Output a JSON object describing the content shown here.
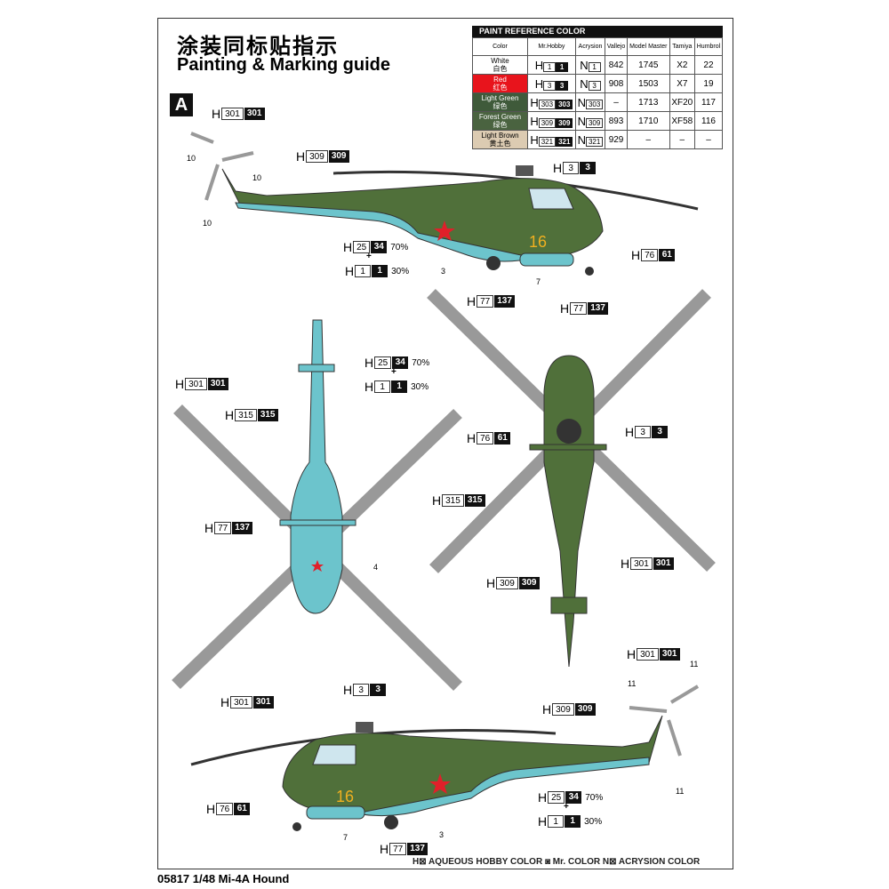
{
  "title_cn": "涂装同标贴指示",
  "title_en": "Painting & Marking guide",
  "scheme_badge": "A",
  "table": {
    "header": "PAINT  REFERENCE COLOR",
    "columns": [
      "Color",
      "Mr.Hobby",
      "Acrysion",
      "Vallejo",
      "Model Master",
      "Tamiya",
      "Humbrol"
    ],
    "rows": [
      {
        "name": "White",
        "cn": "白色",
        "bg": "#ffffff",
        "fg": "#000",
        "h": "1",
        "m": "1",
        "n": "1",
        "vallejo": "842",
        "mm": "1745",
        "tamiya": "X2",
        "humbrol": "22"
      },
      {
        "name": "Red",
        "cn": "红色",
        "bg": "#e8141c",
        "fg": "#fff",
        "h": "3",
        "m": "3",
        "n": "3",
        "vallejo": "908",
        "mm": "1503",
        "tamiya": "X7",
        "humbrol": "19"
      },
      {
        "name": "Light Green",
        "cn": "绿色",
        "bg": "#3f5a3a",
        "fg": "#fff",
        "h": "303",
        "m": "303",
        "n": "303",
        "vallejo": "–",
        "mm": "1713",
        "tamiya": "XF20",
        "humbrol": "117"
      },
      {
        "name": "Forest Green",
        "cn": "绿色",
        "bg": "#4a6340",
        "fg": "#fff",
        "h": "309",
        "m": "309",
        "n": "309",
        "vallejo": "893",
        "mm": "1710",
        "tamiya": "XF58",
        "humbrol": "116"
      },
      {
        "name": "Light Brown",
        "cn": "黄土色",
        "bg": "#dccbb2",
        "fg": "#000",
        "h": "321",
        "m": "321",
        "n": "321",
        "vallejo": "929",
        "mm": "–",
        "tamiya": "–",
        "humbrol": "–"
      }
    ]
  },
  "callouts": [
    {
      "h": "301",
      "m": "301"
    },
    {
      "h": "309",
      "m": "309"
    },
    {
      "h": "3",
      "m": "3"
    },
    {
      "h": "25",
      "m": "34",
      "pct": "70%"
    },
    {
      "h": "1",
      "m": "1",
      "pct": "30%"
    },
    {
      "h": "76",
      "m": "61"
    },
    {
      "h": "77",
      "m": "137"
    },
    {
      "h": "77",
      "m": "137"
    },
    {
      "h": "25",
      "m": "34",
      "pct": "70%"
    },
    {
      "h": "1",
      "m": "1",
      "pct": "30%"
    },
    {
      "h": "301",
      "m": "301"
    },
    {
      "h": "315",
      "m": "315"
    },
    {
      "h": "76",
      "m": "61"
    },
    {
      "h": "3",
      "m": "3"
    },
    {
      "h": "315",
      "m": "315"
    },
    {
      "h": "77",
      "m": "137"
    },
    {
      "h": "301",
      "m": "301"
    },
    {
      "h": "309",
      "m": "309"
    },
    {
      "h": "301",
      "m": "301"
    },
    {
      "h": "3",
      "m": "3"
    },
    {
      "h": "301",
      "m": "301"
    },
    {
      "h": "309",
      "m": "309"
    },
    {
      "h": "25",
      "m": "34",
      "pct": "70%"
    },
    {
      "h": "1",
      "m": "1",
      "pct": "30%"
    },
    {
      "h": "76",
      "m": "61"
    },
    {
      "h": "77",
      "m": "137"
    }
  ],
  "callout_prefix": "H",
  "plus": "+",
  "part_numbers": [
    "10",
    "10",
    "10",
    "3",
    "7",
    "4",
    "11",
    "11",
    "11",
    "7",
    "3"
  ],
  "fuselage_code": "16",
  "legend": "H⊠ AQUEOUS HOBBY COLOR   ◙ Mr. COLOR  N⊠ ACRYSION COLOR",
  "footer": "05817 1/48  Mi-4A Hound",
  "colors": {
    "green": "#4e6a38",
    "blue": "#6cc4cc",
    "red": "#e0202a",
    "yellow": "#f0b020"
  }
}
